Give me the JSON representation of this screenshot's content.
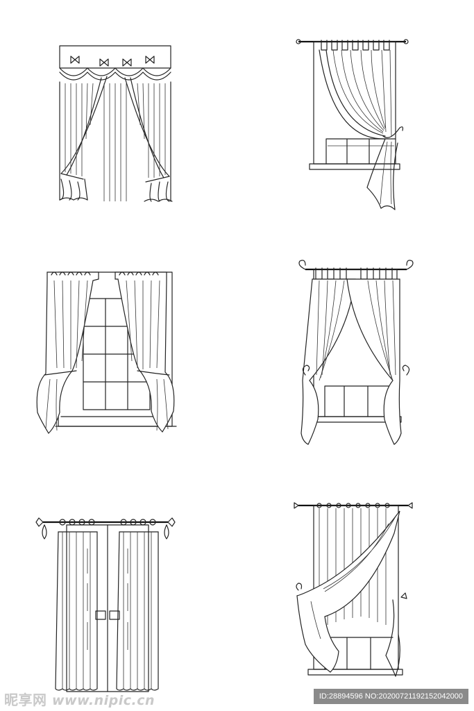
{
  "watermark": {
    "brand": "昵享网",
    "url": "www.nipic.cn",
    "id_text": "ID:28894596 NO:20200721192152042000"
  },
  "illustrations": [
    {
      "icon": "valance-curtain-icon"
    },
    {
      "icon": "tab-top-tieback-curtain-icon"
    },
    {
      "icon": "pinch-pleat-window-curtain-icon"
    },
    {
      "icon": "tab-top-double-tieback-curtain-icon"
    },
    {
      "icon": "grommet-panel-door-curtain-icon"
    },
    {
      "icon": "swag-scarf-curtain-icon"
    }
  ]
}
